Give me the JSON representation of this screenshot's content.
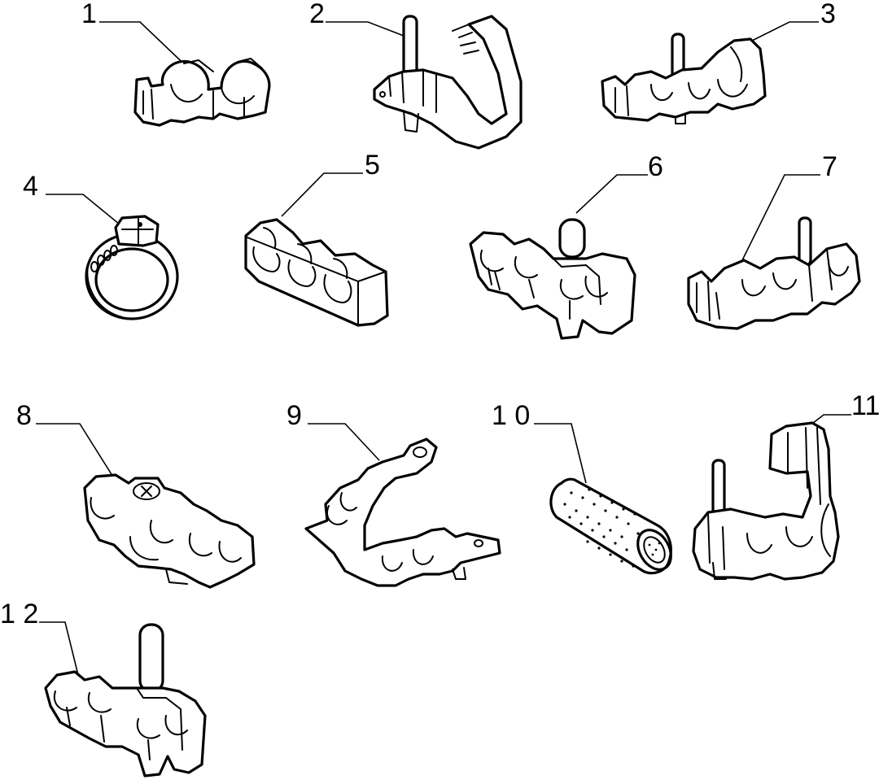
{
  "parts": [
    {
      "id": "1",
      "label": "1",
      "icon": "twin-pipe-clip-icon"
    },
    {
      "id": "2",
      "label": "2",
      "icon": "bracket-clip-with-stud-icon"
    },
    {
      "id": "3",
      "label": "3",
      "icon": "triple-clip-with-stud-icon"
    },
    {
      "id": "4",
      "label": "4",
      "icon": "ring-hose-clamp-icon"
    },
    {
      "id": "5",
      "label": "5",
      "icon": "triple-pipe-holder-block-icon"
    },
    {
      "id": "6",
      "label": "6",
      "icon": "quad-clip-with-stud-icon"
    },
    {
      "id": "7",
      "label": "7",
      "icon": "triple-clip-with-pin-icon"
    },
    {
      "id": "8",
      "label": "8",
      "icon": "quad-clip-with-screw-icon"
    },
    {
      "id": "9",
      "label": "9",
      "icon": "curved-clip-with-tab-icon"
    },
    {
      "id": "10",
      "label": "1 0",
      "icon": "perforated-sleeve-icon"
    },
    {
      "id": "11",
      "label": "11",
      "icon": "hook-clip-with-stud-icon"
    },
    {
      "id": "12",
      "label": "1 2",
      "icon": "quad-clip-with-long-stud-icon"
    }
  ]
}
